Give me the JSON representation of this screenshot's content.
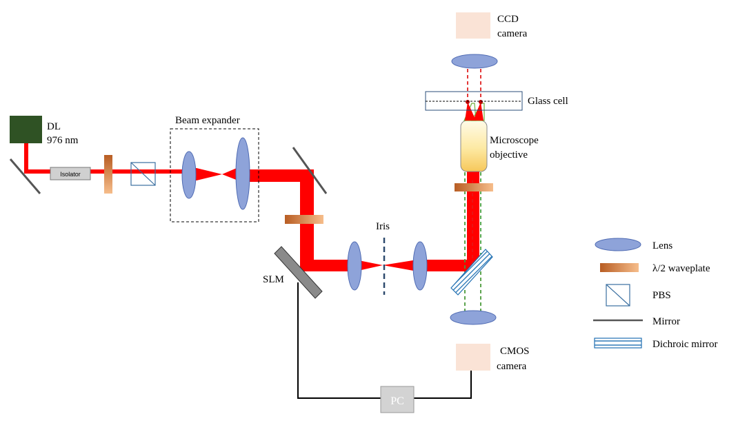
{
  "labels": {
    "dl_line1": "DL",
    "dl_line2": "976 nm",
    "isolator": "Isolator",
    "beam_expander": "Beam expander",
    "iris": "Iris",
    "slm": "SLM",
    "pc": "PC",
    "ccd_line1": "CCD",
    "ccd_line2": "camera",
    "glass_cell": "Glass cell",
    "objective_line1": "Microscope",
    "objective_line2": "objective",
    "cmos_line1": "CMOS",
    "cmos_line2": "camera"
  },
  "legend": {
    "lens": "Lens",
    "waveplate": "λ/2 waveplate",
    "pbs": "PBS",
    "mirror": "Mirror",
    "dichroic": "Dichroic mirror"
  },
  "colors": {
    "beam": "#ff0000",
    "lens": "#8ea3d9",
    "lens_stroke": "#4f6bb3",
    "waveplate": "#c8692d",
    "camera": "#fae3d6",
    "laser": "#2f5224",
    "isolator": "#d0d0d0",
    "slm": "#8a8a8a",
    "pc": "#d3d3d3",
    "dichroic": "#1f6fb2",
    "green_dash": "#4a9a3a",
    "red_dash": "#e02020"
  }
}
